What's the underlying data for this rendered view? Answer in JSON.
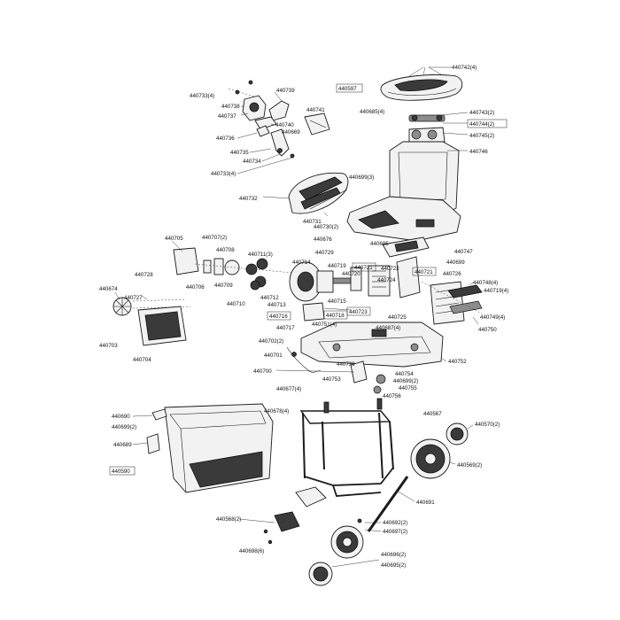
{
  "labels": {
    "l440742": "440742(4)",
    "l440597": "440597",
    "l440685": "440685(4)",
    "l440743": "440743(2)",
    "l440744": "440744(2)",
    "l440745": "440745(2)",
    "l440746": "440746",
    "l440733a": "440733(4)",
    "l440738": "440738",
    "l440737": "440737",
    "l440739": "440739",
    "l440741": "440741",
    "l440740": "440740",
    "l440669": "440669",
    "l440736": "440736",
    "l440735": "440735",
    "l440734": "440734",
    "l440733b": "440733(4)",
    "l440699a": "440699(3)",
    "l440732": "440732",
    "l440731": "440731",
    "l440730": "440730(2)",
    "l440676": "440676",
    "l440695a": "440695",
    "l440747": "440747",
    "l440729": "440729",
    "l440699b": "440699",
    "l440705": "440705",
    "l440707": "440707(2)",
    "l440708": "440708",
    "l440711": "440711(3)",
    "l440714": "440714",
    "l440719": "440719",
    "l440721a": "440721",
    "l440722": "440722",
    "l440721b": "440721",
    "l440728": "440728",
    "l440706": "440706",
    "l440709": "440709",
    "l440720": "440720",
    "l440724": "440724",
    "l440726": "440726",
    "l440674": "440674",
    "l440727": "440727",
    "l440710": "440710",
    "l440712": "440712",
    "l440713": "440713",
    "l440715": "440715",
    "l440748": "440748(4)",
    "l440719b": "440719(4)",
    "l440716": "440716",
    "l440718": "440718",
    "l440723": "440723",
    "l440725": "440725",
    "l440749": "440749(4)",
    "l440717": "440717",
    "l440751": "440751(4)",
    "l440687": "440687(4)",
    "l440750": "440750",
    "l440703": "440703",
    "l440702": "440702(2)",
    "l440704": "440704",
    "l440701": "440701",
    "l440752": "440752",
    "l440739b": "440739",
    "l440700": "440700",
    "l440754": "440754",
    "l440753": "440753",
    "l440699c": "440699(2)",
    "l440755": "440755",
    "l440677": "440677(4)",
    "l440756": "440756",
    "l440690": "440690",
    "l440678": "440678(4)",
    "l440567": "440567",
    "l440699d": "440699(2)",
    "l440570": "440570(2)",
    "l440689": "440689",
    "l440569": "440569(2)",
    "l440590": "440590",
    "l440691": "440691",
    "l440568": "440568(2)",
    "l440692": "440692(2)",
    "l440697": "440697(2)",
    "l440698": "440698(6)",
    "l440696": "440696(2)",
    "l440695b": "440695(2)"
  }
}
